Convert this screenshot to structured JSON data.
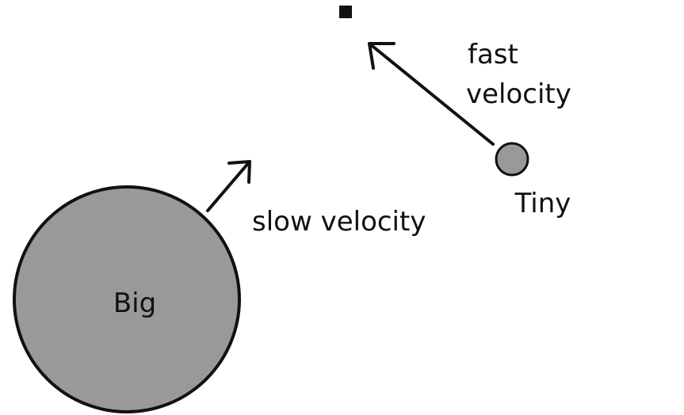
{
  "bodies": {
    "big": {
      "label": "Big",
      "fill": "#999999"
    },
    "tiny": {
      "label": "Tiny",
      "fill": "#999999"
    }
  },
  "velocities": {
    "big": {
      "label": "slow velocity"
    },
    "tiny": {
      "label_line1": "fast",
      "label_line2": "velocity"
    }
  },
  "colors": {
    "stroke": "#111111",
    "background": "#ffffff"
  }
}
